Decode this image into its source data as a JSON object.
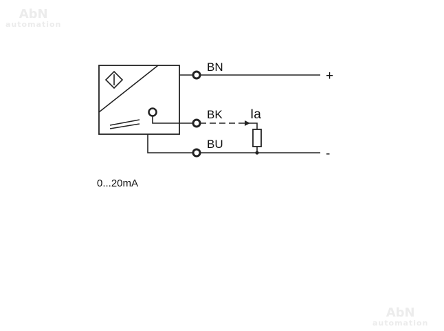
{
  "watermarks": [
    {
      "line1": "AbN",
      "line2": "automation"
    },
    {
      "line1": "AbN",
      "line2": "automation"
    }
  ],
  "wires": {
    "brown": {
      "label": "BN",
      "polarity": "+"
    },
    "black": {
      "label": "BK",
      "output": "Ia"
    },
    "blue": {
      "label": "BU",
      "polarity": "-"
    }
  },
  "output_range": "0...20mA"
}
